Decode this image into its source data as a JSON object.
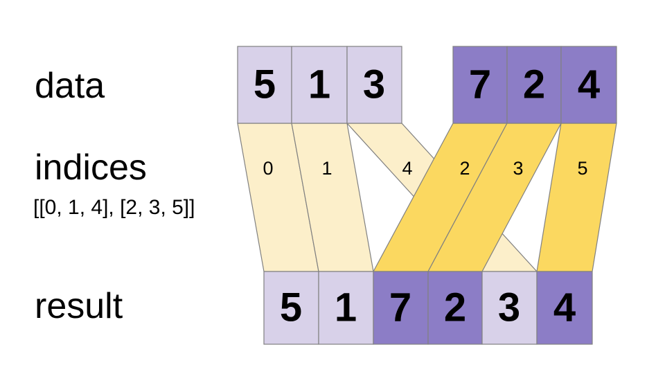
{
  "diagram": {
    "title_rows": {
      "data_label": "data",
      "indices_label": "indices",
      "indices_value": "[[0, 1, 4], [2, 3, 5]]",
      "result_label": "result"
    },
    "colors": {
      "light_purple": "#D8D1E9",
      "dark_purple": "#8C7DC6",
      "light_yellow": "#FCEFCA",
      "gold_yellow": "#FBD860",
      "stroke": "#808080",
      "text": "#000000",
      "background": "#FFFFFF"
    },
    "data_row": {
      "group_light": {
        "values": [
          "5",
          "1",
          "3"
        ],
        "fill_key": "light_purple"
      },
      "group_dark": {
        "values": [
          "7",
          "2",
          "4"
        ],
        "fill_key": "dark_purple"
      }
    },
    "indices_row": {
      "group_light": {
        "values": [
          "0",
          "1",
          "4"
        ],
        "fill_key": "light_yellow"
      },
      "group_dark": {
        "values": [
          "2",
          "3",
          "5"
        ],
        "fill_key": "gold_yellow"
      }
    },
    "result_row": {
      "cells": [
        {
          "value": "5",
          "fill_key": "light_purple",
          "source_index": "0"
        },
        {
          "value": "1",
          "fill_key": "light_purple",
          "source_index": "1"
        },
        {
          "value": "7",
          "fill_key": "dark_purple",
          "source_index": "2"
        },
        {
          "value": "2",
          "fill_key": "dark_purple",
          "source_index": "3"
        },
        {
          "value": "3",
          "fill_key": "light_purple",
          "source_index": "4"
        },
        {
          "value": "4",
          "fill_key": "dark_purple",
          "source_index": "5"
        }
      ]
    },
    "ribbons": [
      {
        "label": "0",
        "fill_key": "light_yellow",
        "from": "data[0]=5",
        "to": "result[0]=5"
      },
      {
        "label": "1",
        "fill_key": "light_yellow",
        "from": "data[1]=1",
        "to": "result[1]=1"
      },
      {
        "label": "4",
        "fill_key": "light_yellow",
        "from": "data[4]=3",
        "to": "result[4]=3"
      },
      {
        "label": "2",
        "fill_key": "gold_yellow",
        "from": "data[2]=7",
        "to": "result[2]=7"
      },
      {
        "label": "3",
        "fill_key": "gold_yellow",
        "from": "data[3]=2",
        "to": "result[3]=2"
      },
      {
        "label": "5",
        "fill_key": "gold_yellow",
        "from": "data[5]=4",
        "to": "result[5]=4"
      }
    ]
  }
}
